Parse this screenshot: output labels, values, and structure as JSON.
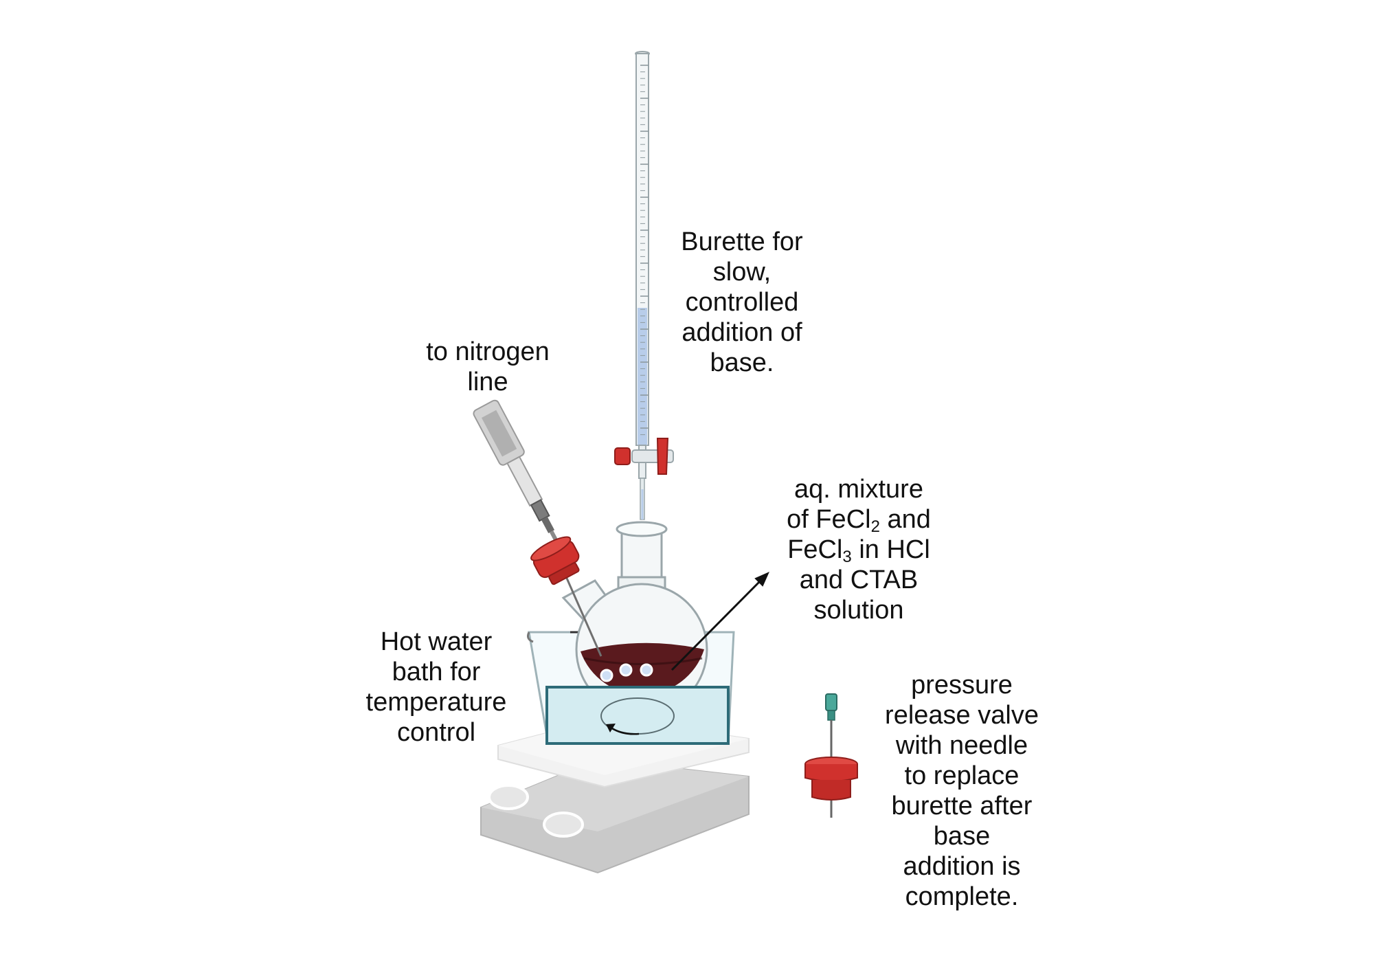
{
  "labels": {
    "burette": {
      "line1": "Burette for",
      "line2": "slow,",
      "line3": "controlled",
      "line4": "addition of",
      "line5": "base."
    },
    "nitrogen": {
      "line1": "to nitrogen",
      "line2": "line"
    },
    "mixture": {
      "line1": "aq. mixture",
      "line2_pre": "of FeCl",
      "line2_sub": "2",
      "line2_post": " and",
      "line3_pre": "FeCl",
      "line3_sub": "3",
      "line3_post": " in HCl",
      "line4": "and CTAB",
      "line5": "solution"
    },
    "water_bath": {
      "line1": "Hot water",
      "line2": "bath for",
      "line3": "temperature",
      "line4": "control"
    },
    "valve": {
      "line1": "pressure",
      "line2": "release valve",
      "line3": "with needle",
      "line4": "to replace",
      "line5": "burette after",
      "line6": "base",
      "line7": "addition is",
      "line8": "complete."
    }
  },
  "colors": {
    "solution": "#5a1a1e",
    "base_liquid": "#b8cdea",
    "stopcock_red": "#d0312d",
    "water_bath": "#d4ecf1",
    "water_bath_border": "#2d6b78",
    "hotplate": "#c8c8c8",
    "needle_hub": "#4aa89a"
  }
}
